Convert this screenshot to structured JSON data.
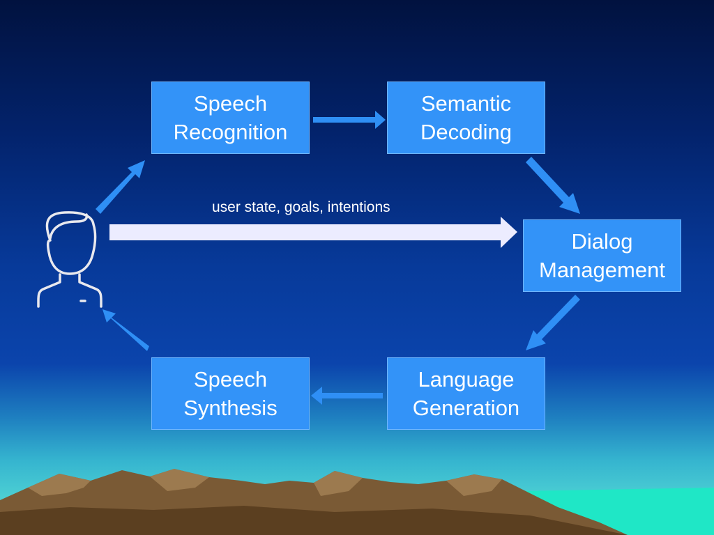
{
  "nodes": {
    "speech_recognition": {
      "line1": "Speech",
      "line2": "Recognition"
    },
    "semantic_decoding": {
      "line1": "Semantic",
      "line2": "Decoding"
    },
    "dialog_management": {
      "line1": "Dialog",
      "line2": "Management"
    },
    "language_generation": {
      "line1": "Language",
      "line2": "Generation"
    },
    "speech_synthesis": {
      "line1": "Speech",
      "line2": "Synthesis"
    }
  },
  "state_label": "user state, goals, intentions",
  "user_icon": "user-avatar-icon",
  "colors": {
    "box_fill": "#3393f8",
    "arrow": "#2f8ff5",
    "state_arrow": "#ececff",
    "text": "#ffffff",
    "mountain": "#7a5a35"
  }
}
